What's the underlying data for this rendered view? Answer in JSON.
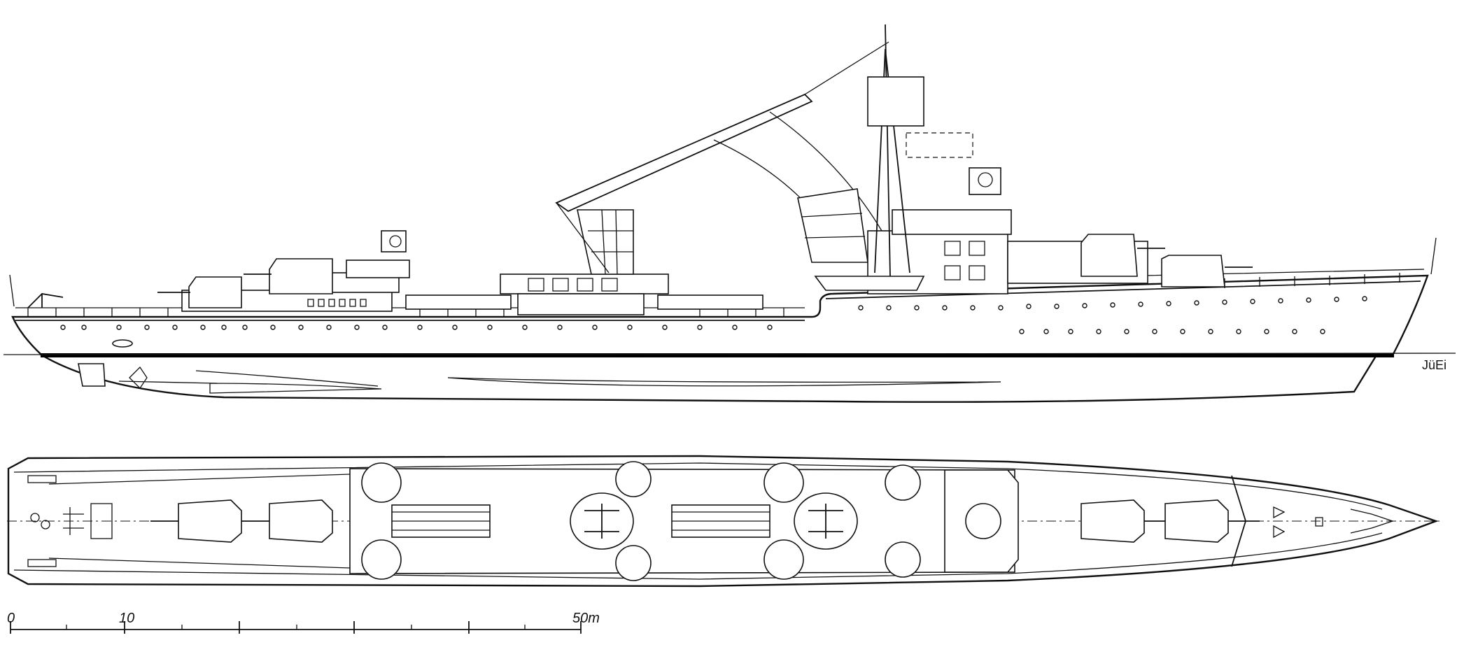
{
  "signature": "JüEi",
  "scale_bar": {
    "labels": [
      "0",
      "10",
      "50m"
    ]
  }
}
